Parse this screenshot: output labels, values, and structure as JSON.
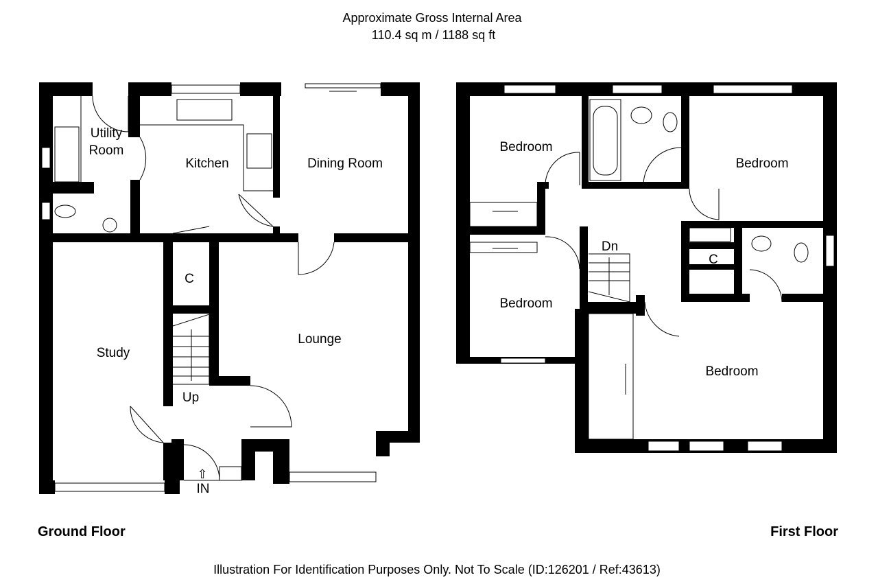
{
  "header": {
    "title": "Approximate Gross Internal Area",
    "area": "110.4 sq m / 1188 sq ft"
  },
  "ground_floor": {
    "name": "Ground Floor",
    "rooms": {
      "utility_line1": "Utility",
      "utility_line2": "Room",
      "kitchen": "Kitchen",
      "dining": "Dining Room",
      "cupboard": "C",
      "study": "Study",
      "lounge": "Lounge",
      "stairs": "Up",
      "entrance": "IN"
    }
  },
  "first_floor": {
    "name": "First Floor",
    "rooms": {
      "bedroom_nw": "Bedroom",
      "bedroom_ne": "Bedroom",
      "bedroom_w": "Bedroom",
      "bedroom_se": "Bedroom",
      "cupboard": "C",
      "stairs": "Dn"
    }
  },
  "footer": {
    "disclaimer": "Illustration For Identification Purposes Only. Not To Scale (ID:126201 / Ref:43613)"
  }
}
